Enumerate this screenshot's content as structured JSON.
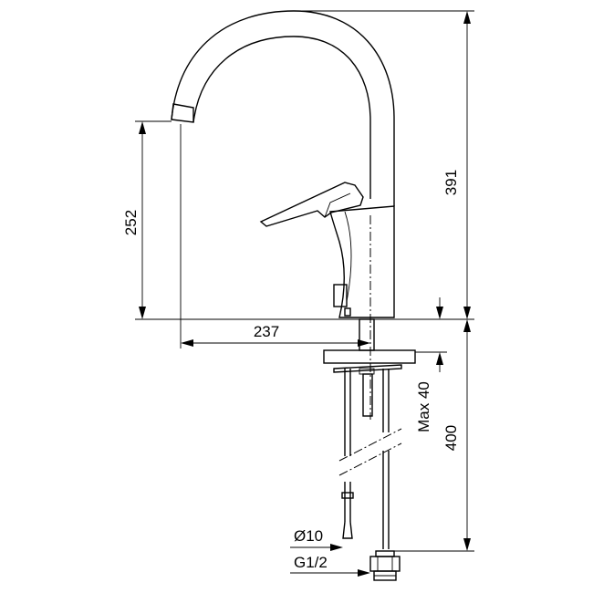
{
  "dimensions": {
    "total_height": "391",
    "spout_height": "252",
    "spout_reach": "237",
    "max_thickness": "Max 40",
    "hose_length": "400",
    "hose_diameter": "Ø10",
    "thread": "G1/2"
  }
}
